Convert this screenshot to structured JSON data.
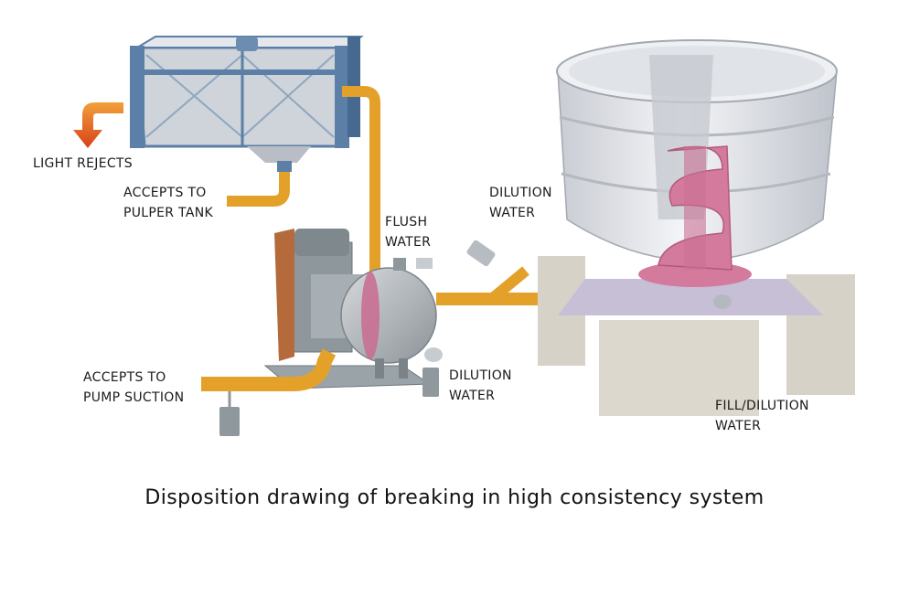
{
  "caption": "Disposition drawing of breaking in high consistency system",
  "labels": {
    "light_rejects": "LIGHT REJECTS",
    "accepts_pulper_line1": "ACCEPTS TO",
    "accepts_pulper_line2": "PULPER TANK",
    "flush_line1": "FLUSH",
    "flush_line2": "WATER",
    "dilution_top_line1": "DILUTION",
    "dilution_top_line2": "WATER",
    "accepts_pump_line1": "ACCEPTS TO",
    "accepts_pump_line2": "PUMP SUCTION",
    "dilution_bottom_line1": "DILUTION",
    "dilution_bottom_line2": "WATER",
    "fill_line1": "FILL/DILUTION",
    "fill_line2": "WATER"
  },
  "colors": {
    "pipe": "#e3a12a",
    "pipe_dark": "#b97c12",
    "frame": "#5b7fa6",
    "tank_body": "#dfe2e8",
    "rotor": "#d47a9c",
    "pump_body": "#9aa3a8",
    "arrow": "#e05a1e"
  }
}
